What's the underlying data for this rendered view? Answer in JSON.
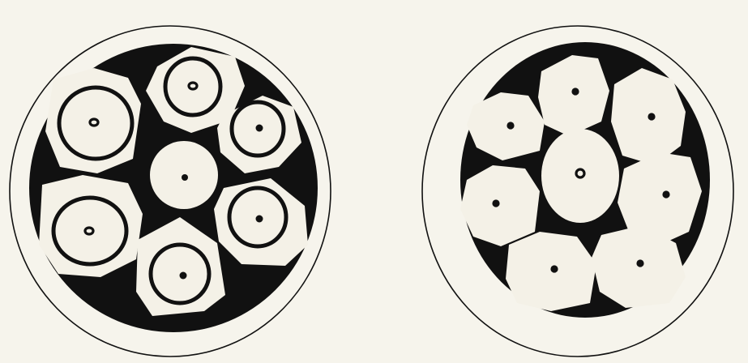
{
  "figure": {
    "panels": [
      {
        "id": "left-section",
        "cells": 7,
        "central_cell": true,
        "ringed_cells": 6,
        "dark_matrix": true
      },
      {
        "id": "right-section",
        "cells": 8,
        "central_cell": true,
        "ringed_cells": 0,
        "dark_matrix": true
      }
    ],
    "colors": {
      "paper": "#f6f4ec",
      "ink": "#111111",
      "cell_fill": "#f4f1e7"
    }
  }
}
